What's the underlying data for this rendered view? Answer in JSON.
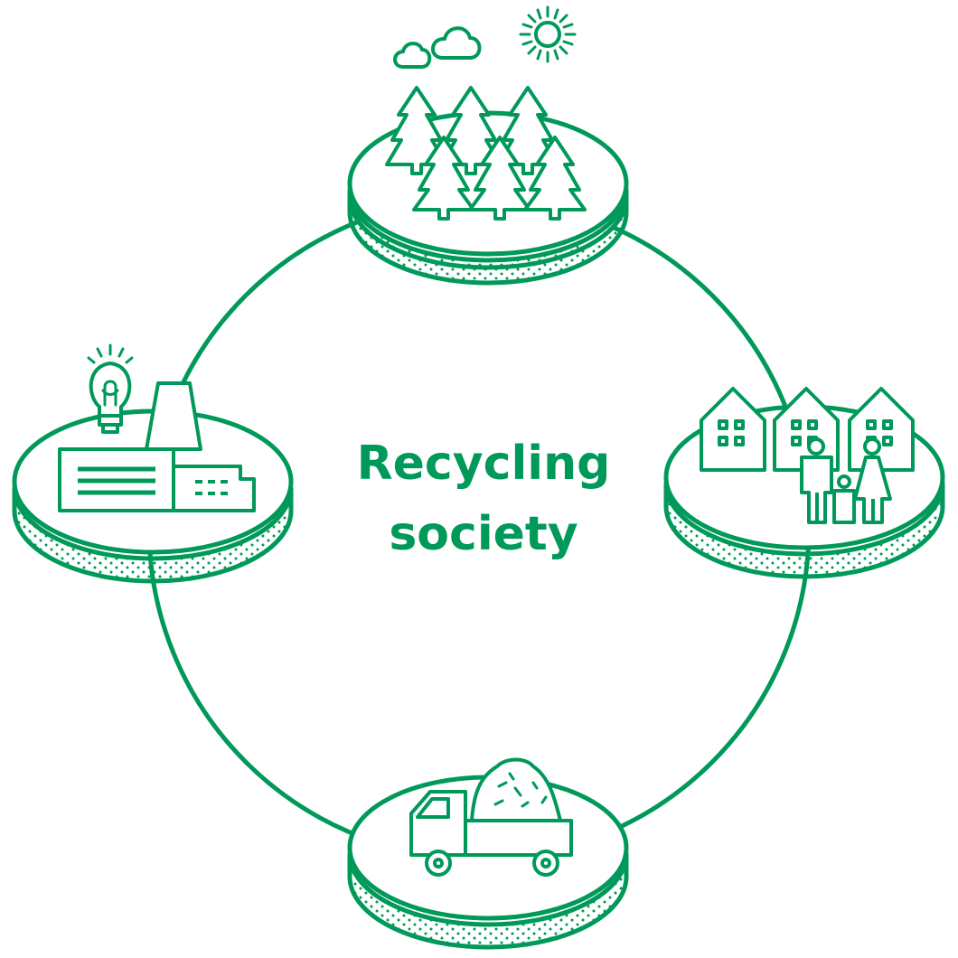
{
  "title": {
    "line1": "Recycling",
    "line2": "society"
  },
  "colors": {
    "stroke": "#00995a",
    "background": "#ffffff"
  },
  "stages": [
    {
      "name": "forest",
      "icon": "forest-icon"
    },
    {
      "name": "residential",
      "icon": "houses-family-icon"
    },
    {
      "name": "transport",
      "icon": "truck-icon"
    },
    {
      "name": "industry",
      "icon": "factory-icon"
    }
  ]
}
